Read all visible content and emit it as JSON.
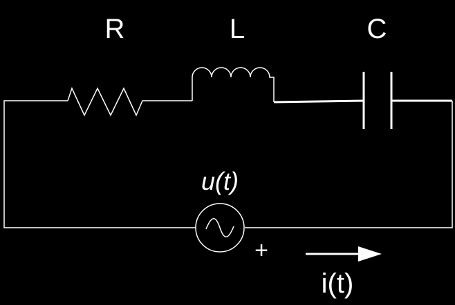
{
  "labels": {
    "resistor": "R",
    "inductor": "L",
    "capacitor": "C",
    "source": "u(t)",
    "polarity": "+",
    "current": "i(t)"
  },
  "colors": {
    "background": "#000000",
    "stroke": "#ffffff"
  }
}
